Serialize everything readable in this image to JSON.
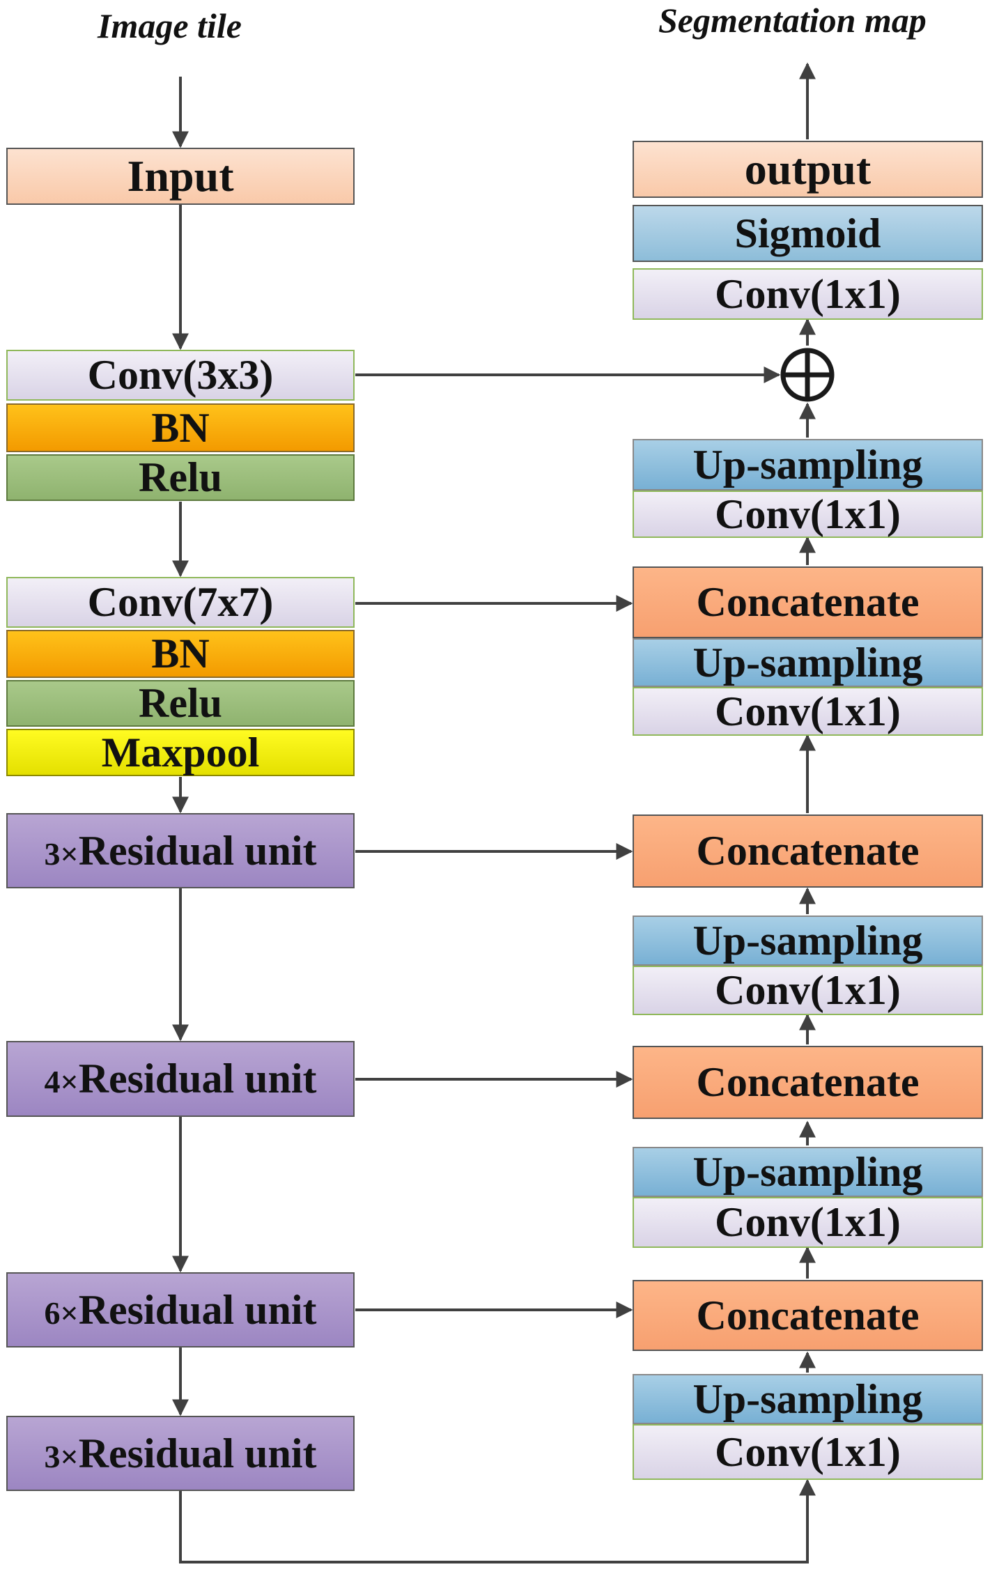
{
  "titles": {
    "input_caption": "Image tile",
    "output_caption": "Segmentation map"
  },
  "encoder": {
    "input": "Input",
    "conv1": "Conv(3x3)",
    "bn1": "BN",
    "relu1": "Relu",
    "conv2": "Conv(7x7)",
    "bn2": "BN",
    "relu2": "Relu",
    "maxpool": "Maxpool",
    "res1_count": "3×",
    "res1_label": "Residual unit",
    "res2_count": "4×",
    "res2_label": "Residual unit",
    "res3_count": "6×",
    "res3_label": "Residual unit",
    "res4_count": "3×",
    "res4_label": "Residual unit"
  },
  "decoder": {
    "output": "output",
    "sigmoid": "Sigmoid",
    "conv_final": "Conv(1x1)",
    "add_symbol": "⊕",
    "up1": "Up-sampling",
    "conv_up1": "Conv(1x1)",
    "concat1": "Concatenate",
    "up2": "Up-sampling",
    "conv_up2": "Conv(1x1)",
    "concat2": "Concatenate",
    "up3": "Up-sampling",
    "conv_up3": "Conv(1x1)",
    "concat3": "Concatenate",
    "up4": "Up-sampling",
    "conv_up4": "Conv(1x1)",
    "concat4": "Concatenate",
    "up5": "Up-sampling",
    "conv_up5": "Conv(1x1)"
  },
  "colors": {
    "arrow": "#404040",
    "conv_fill": "#e1dcea",
    "bn_fill": "#f7a800",
    "relu_fill": "#9dbf7d",
    "maxpool_fill": "#f0ec00",
    "residual_fill": "#a996c9",
    "upsampling_fill": "#8cbcda",
    "concat_fill": "#f9aa7a",
    "io_fill": "#fbd5bb"
  }
}
